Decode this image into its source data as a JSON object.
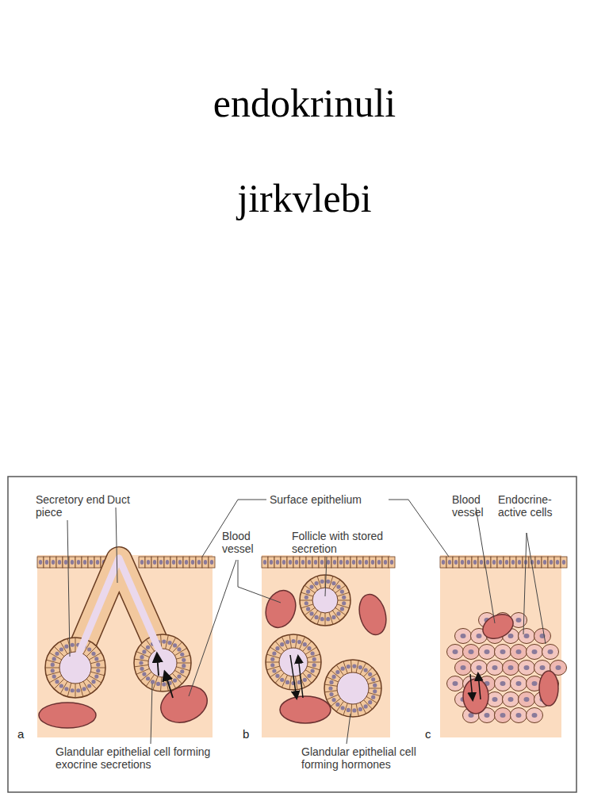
{
  "diagram": {
    "title": "endokrinuli jirkvlebi",
    "labels": [
      "Secretory end piece",
      "Duct",
      "Surface epithelium",
      "Blood vessel",
      "Follicle with stored secretion",
      "Blood vessel",
      "Endocrine-active cells",
      "a",
      "Glandular epithelial cell forming exocrine secretions",
      "b",
      "Glandular epithelial cell forming hormones",
      "c"
    ]
  }
}
